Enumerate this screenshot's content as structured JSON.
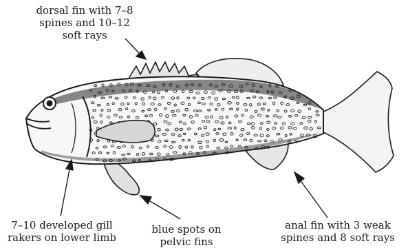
{
  "labels": {
    "dorsal": [
      "dorsal fin with 7–8",
      "spines and 10–12",
      "soft rays"
    ],
    "gill": [
      "7–10 developed gill",
      "rakers on lower limb"
    ],
    "pelvic": [
      "blue spots on",
      "pelvic fins"
    ],
    "anal": [
      "anal fin with 3 weak",
      "spines and 8 soft rays"
    ]
  },
  "colors": {
    "ink": "#1a1a1a",
    "background": "#ffffff"
  }
}
